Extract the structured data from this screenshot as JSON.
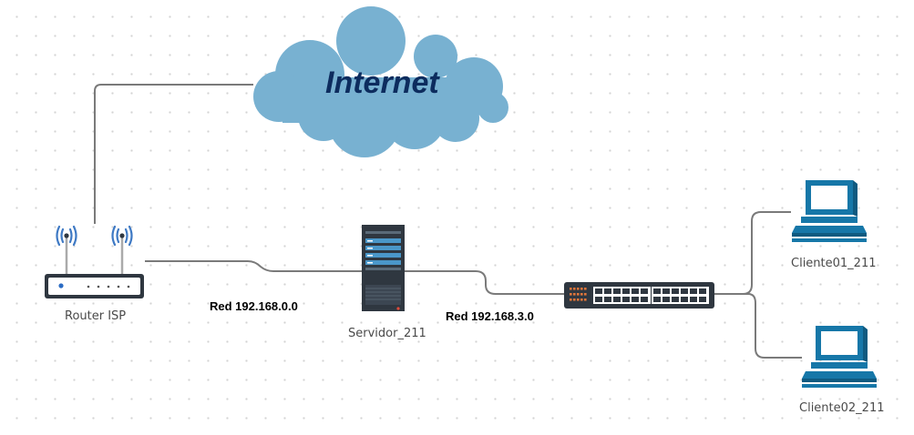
{
  "diagram": {
    "cloud": {
      "label": "Internet",
      "fill": "#78b1d1",
      "text_color": "#0d2c5e"
    },
    "nodes": {
      "router": {
        "label": "Router ISP"
      },
      "server": {
        "label": "Servidor_211"
      },
      "switch": {},
      "client1": {
        "label": "Cliente01_211"
      },
      "client2": {
        "label": "Cliente02_211"
      }
    },
    "networks": [
      {
        "label": "Red 192.168.0.0"
      },
      {
        "label": "Red 192.168.3.0"
      }
    ],
    "colors": {
      "link": "#7a7a7a",
      "device_dark": "#2f3740",
      "device_blue": "#1677a8",
      "wifi_blue": "#3e79c4",
      "switch_orange": "#e0763a"
    }
  }
}
